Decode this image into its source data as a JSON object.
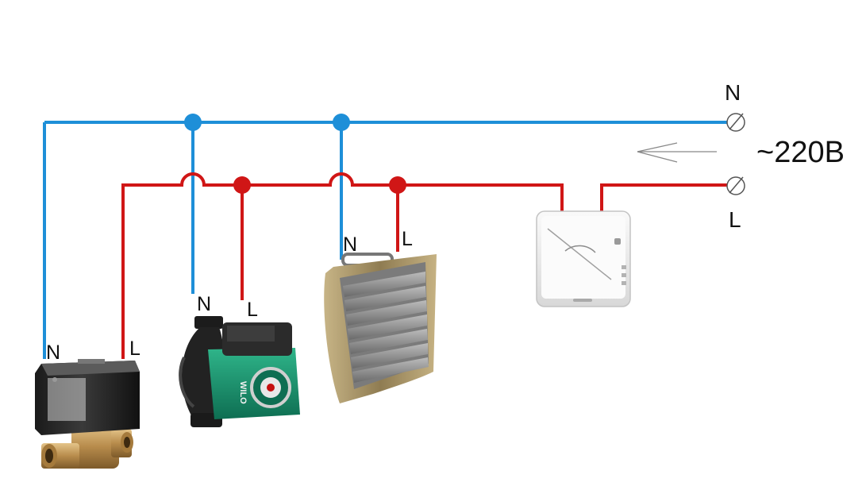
{
  "colors": {
    "neutral_wire": "#1e8fd8",
    "line_wire": "#d01616",
    "background": "#ffffff"
  },
  "supply": {
    "voltage_label": "~220B",
    "neutral_label": "N",
    "line_label": "L"
  },
  "devices": [
    {
      "id": "zone-valve",
      "icon": "motorized-valve-icon",
      "n_label": "N",
      "l_label": "L"
    },
    {
      "id": "circulation-pump",
      "icon": "circulation-pump-icon",
      "n_label": "N",
      "l_label": "L",
      "brand": "WILO"
    },
    {
      "id": "fan-heater",
      "icon": "fan-heater-icon",
      "n_label": "N",
      "l_label": "L"
    },
    {
      "id": "room-thermostat",
      "icon": "thermostat-icon"
    }
  ]
}
